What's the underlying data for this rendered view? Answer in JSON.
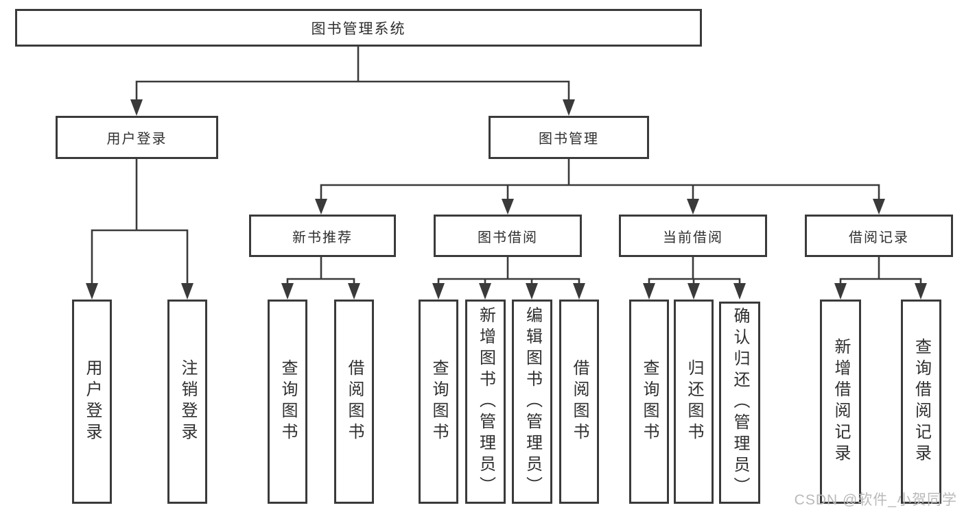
{
  "colors": {
    "line": "#3a3a3a",
    "box_border": "#3a3a3a",
    "box_background": "#ffffff",
    "text": "#2f2f2f",
    "watermark": "#b9b9b9"
  },
  "watermark": {
    "text": "CSDN @软件_小贺同学"
  },
  "diagram": {
    "type": "hierarchy-tree",
    "root": {
      "label": "图书管理系统"
    },
    "level2": [
      {
        "id": "user-login",
        "label": "用户登录"
      },
      {
        "id": "book-management",
        "label": "图书管理"
      }
    ],
    "level3": [
      {
        "id": "new-book-recommend",
        "label": "新书推荐",
        "parent": "book-management"
      },
      {
        "id": "book-borrow",
        "label": "图书借阅",
        "parent": "book-management"
      },
      {
        "id": "current-borrow",
        "label": "当前借阅",
        "parent": "book-management"
      },
      {
        "id": "borrow-records",
        "label": "借阅记录",
        "parent": "book-management"
      }
    ],
    "leaves": {
      "user_login": [
        {
          "label": "用户登录"
        },
        {
          "label": "注销登录"
        }
      ],
      "new_book": [
        {
          "label": "查询图书"
        },
        {
          "label": "借阅图书"
        }
      ],
      "book_borrow": [
        {
          "label": "查询图书"
        },
        {
          "label": "新增图书（管理员）"
        },
        {
          "label": "编辑图书（管理员）"
        },
        {
          "label": "借阅图书"
        }
      ],
      "current_borrow": [
        {
          "label": "查询图书"
        },
        {
          "label": "归还图书"
        },
        {
          "label": "确认归还（管理员）"
        }
      ],
      "records": [
        {
          "label": "新增借阅记录"
        },
        {
          "label": "查询借阅记录"
        }
      ]
    }
  }
}
